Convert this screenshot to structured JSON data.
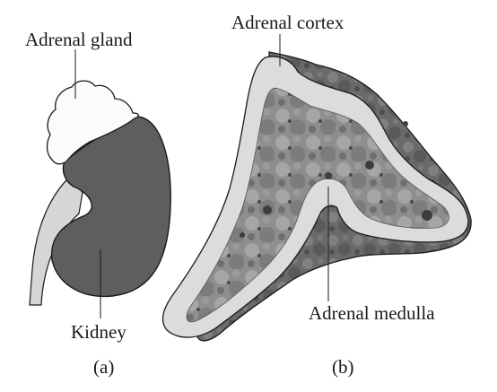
{
  "labels": {
    "adrenal_gland": "Adrenal gland",
    "adrenal_cortex": "Adrenal cortex",
    "kidney": "Kidney",
    "adrenal_medulla": "Adrenal medulla",
    "panel_a": "(a)",
    "panel_b": "(b)"
  },
  "colors": {
    "kidney": "#5e5e5e",
    "ureter": "#d6d6d6",
    "gland": "#fbfbfb",
    "cortex": "#dcdcdc",
    "medulla": "#8f8f8f",
    "outline": "#1a1a1a"
  }
}
